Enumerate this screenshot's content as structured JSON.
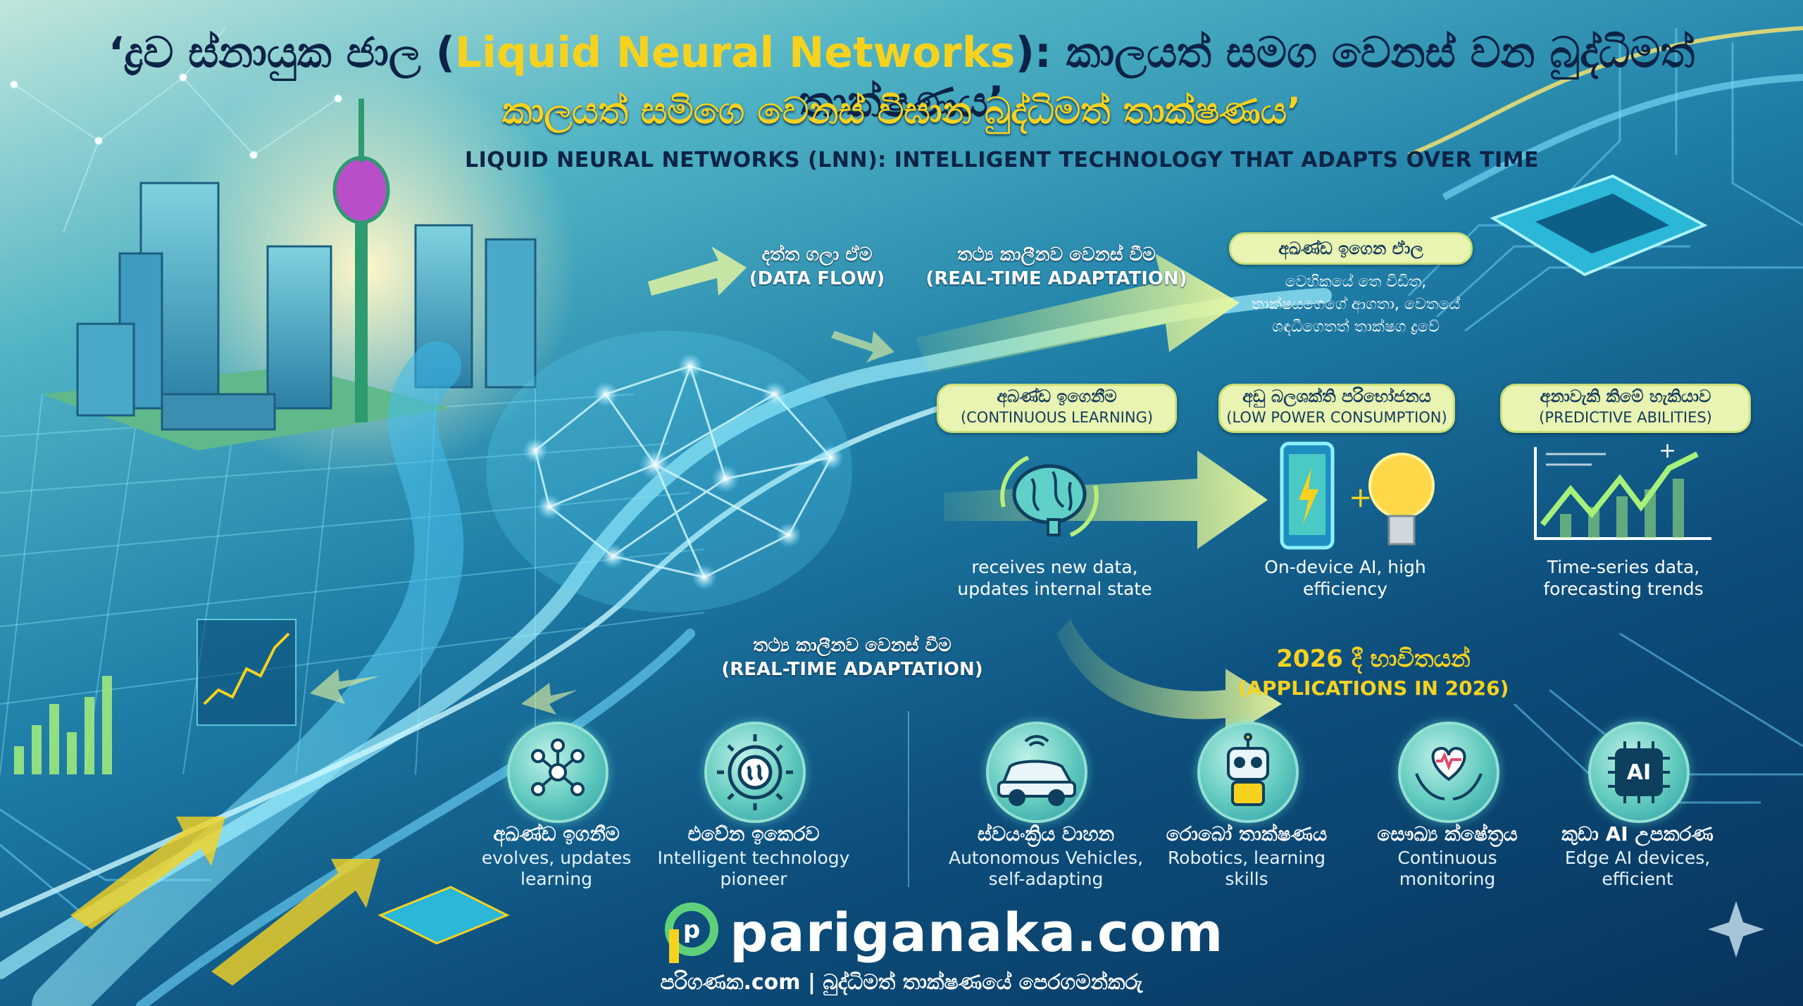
{
  "title": {
    "line1_sinhala_a": "‘ද්‍රව ස්නායුක ජාල (",
    "line1_english": "Liquid Neural Networks",
    "line1_sinhala_b": "): කාලයත් සමග වෙනස් වන බුද්ධිමත් තාක්ෂණය’",
    "line2": "කාලයත් සමිගෙ වෙනස් විඝාන බුද්ධිමත් තාක්ෂණය’",
    "line3": "LIQUID NEURAL NETWORKS (LNN): INTELLIGENT TECHNOLOGY THAT ADAPTS OVER TIME"
  },
  "flow_labels": {
    "data_flow_si": "දත්ත ගලා ඒම",
    "data_flow_en": "(DATA FLOW)",
    "realtime_top_si": "තථ්‍ය කාලීනව වෙනස් වීම",
    "realtime_top_en": "(REAL-TIME ADAPTATION)",
    "realtime_bottom_si": "තථ්‍ය කාලීනව වෙනස් වීම",
    "realtime_bottom_en": "(REAL-TIME ADAPTATION)"
  },
  "continuous_box": {
    "title": "අඛණ්ඩ ඉගෙන ඒාල",
    "description": "වෙහිකයේ තෙ විඩිත, තාක්ෂයගෙගේ ආගතා, වෙතයේ ශඳධීගෙතත් තාක්ෂග ද්‍රවේ"
  },
  "features": [
    {
      "title": "අබණ්ඩ ඉගෙනීම",
      "subtitle": "(CONTINUOUS LEARNING)",
      "description": "receives new data, updates internal state",
      "icon": "brain-icon"
    },
    {
      "title": "අඩු බලශක්ති පරිභෝජනය",
      "subtitle": "(LOW POWER CONSUMPTION)",
      "description": "On-device AI, high efficiency",
      "icon": "phone-battery-bulb-icon"
    },
    {
      "title": "අනාවැකි කිමේ හැකියාව",
      "subtitle": "(PREDICTIVE ABILITIES)",
      "description": "Time-series data, forecasting trends",
      "icon": "trend-chart-icon"
    }
  ],
  "applications": {
    "title": "2026 දී භාවිතයන්",
    "subtitle": "(APPLICATIONS IN 2026)"
  },
  "bottom_items": [
    {
      "title": "අඛණ්ඩ ඉගනීම",
      "description": "evolves, updates learning",
      "icon": "network-nodes-icon"
    },
    {
      "title": "එවේන ඉකෙරව",
      "description": "Intelligent technology pioneer",
      "icon": "gear-brain-icon"
    },
    {
      "title": "ස්වයංක්‍රිය වාහන",
      "description": "Autonomous Vehicles, self-adapting",
      "icon": "car-icon"
    },
    {
      "title": "රොබෝ තාක්ෂණය",
      "description": "Robotics, learning skills",
      "icon": "robot-icon"
    },
    {
      "title": "සෞඛ්‍ය ක්ෂේත්‍රය",
      "description": "Continuous monitoring",
      "icon": "heart-hands-icon"
    },
    {
      "title": "කුඩා AI උපකරණ",
      "description": "Edge AI devices, efficient",
      "icon": "ai-chip-icon"
    }
  ],
  "ai_chip_label": "AI",
  "brand": {
    "name": "pariganaka.com",
    "logo_letter": "p"
  },
  "footer": "පරිගණක.com | බුද්ධිමත් තාක්ෂණයේ පෙරගමන්කරු",
  "colors": {
    "accent": "#f6d21f",
    "pill": "#e9f4b2",
    "background": "#0d4e7c",
    "flow": "#7fe3ff"
  }
}
